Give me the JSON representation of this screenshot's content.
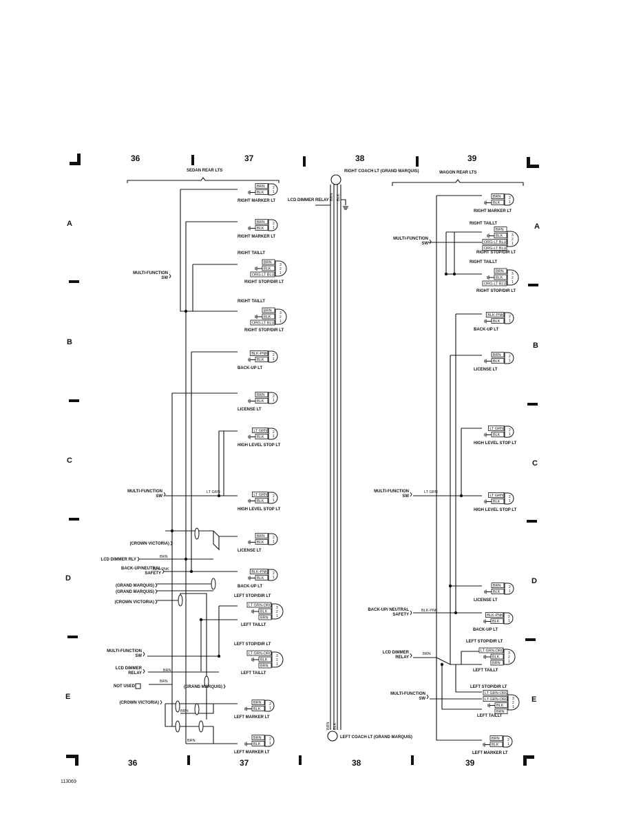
{
  "columns": [
    "36",
    "37",
    "38",
    "39"
  ],
  "zones": [
    "A",
    "B",
    "C",
    "D",
    "E"
  ],
  "page_number": "113069",
  "sections": {
    "sedan": "SEDAN REAR LTS",
    "wagon": "WAGON REAR LTS"
  },
  "sedan_lamps": [
    {
      "label": "RIGHT MARKER LT",
      "wires": [
        "BRN",
        "BLK"
      ],
      "pins": [
        "2",
        "1"
      ]
    },
    {
      "label": "RIGHT MARKER LT",
      "wires": [
        "BRN",
        "BLK"
      ],
      "pins": [
        "2",
        "1"
      ]
    },
    {
      "label": "RIGHT STOP/DIR LT",
      "top": "RIGHT TAILLT",
      "wires": [
        "BRN",
        "BLK",
        "ORG-LT BLU"
      ],
      "pins": [
        "3",
        "2",
        "1"
      ]
    },
    {
      "label": "RIGHT STOP/DIR LT",
      "top": "RIGHT TAILLT",
      "wires": [
        "BRN",
        "BLK",
        "ORG-LT BLU"
      ],
      "pins": [
        "3",
        "2",
        "1"
      ]
    },
    {
      "label": "BACK-UP LT",
      "wires": [
        "BLK-PNK",
        "BLK"
      ],
      "pins": [
        "2",
        "1"
      ]
    },
    {
      "label": "LICENSE LT",
      "wires": [
        "BRN",
        "BLK"
      ],
      "pins": [
        "2",
        "1"
      ]
    },
    {
      "label": "HIGH LEVEL STOP LT",
      "wires": [
        "LT GRN",
        "BLK"
      ],
      "pins": [
        "2",
        "1"
      ]
    },
    {
      "label": "HIGH LEVEL STOP LT",
      "wires": [
        "LT GRN",
        "BLK"
      ],
      "pins": [
        "2",
        "1"
      ]
    },
    {
      "label": "LICENSE LT",
      "wires": [
        "BRN",
        "BLK"
      ],
      "pins": [
        "2",
        "1"
      ]
    },
    {
      "label": "BACK-UP LT",
      "wires": [
        "BLK-PNK",
        "BLK"
      ],
      "pins": [
        "2",
        "1"
      ]
    },
    {
      "label": "LEFT TAILLT",
      "top": "LEFT STOP/DIR LT",
      "wires": [
        "LT GRN-ORG",
        "BLK",
        "BRN"
      ],
      "pins": [
        "3",
        "2",
        "1"
      ]
    },
    {
      "label": "LEFT TAILLT",
      "top": "LEFT STOP/DIR LT",
      "wires": [
        "LT GRN-ORG",
        "BLK",
        "BRN"
      ],
      "pins": [
        "3",
        "2",
        "1"
      ]
    },
    {
      "label": "LEFT MARKER LT",
      "wires": [
        "BRN",
        "BLK"
      ],
      "pins": [
        "2",
        "1"
      ]
    },
    {
      "label": "LEFT MARKER LT",
      "wires": [
        "BRN",
        "BLK"
      ],
      "pins": [
        "2",
        "1"
      ]
    }
  ],
  "wagon_lamps": [
    {
      "label": "RIGHT MARKER LT",
      "wires": [
        "BRN",
        "BLK"
      ],
      "pins": [
        "2",
        "1"
      ]
    },
    {
      "label": "RIGHT STOP/DIR LT",
      "top": "RIGHT TAILLT",
      "wires": [
        "BRN",
        "BLK",
        "ORG-LT BLU",
        "ORG-LT BLU"
      ],
      "pins": [
        "3",
        "2",
        "1"
      ]
    },
    {
      "label": "RIGHT STOP/DIR LT",
      "top": "RIGHT TAILLT",
      "wires": [
        "BRN",
        "BLK",
        "ORG-LT BLU"
      ],
      "pins": [
        "3",
        "2",
        "1"
      ]
    },
    {
      "label": "BACK-UP LT",
      "wires": [
        "BLK-PNK",
        "BLK"
      ],
      "pins": [
        "2",
        "1"
      ]
    },
    {
      "label": "LICENSE LT",
      "wires": [
        "BRN",
        "BLK"
      ],
      "pins": [
        "2",
        "1"
      ]
    },
    {
      "label": "HIGH LEVEL STOP LT",
      "wires": [
        "LT GRN",
        "BLK"
      ],
      "pins": [
        "2",
        "1"
      ]
    },
    {
      "label": "HIGH LEVEL STOP LT",
      "wires": [
        "LT GRN",
        "BLK"
      ],
      "pins": [
        "2",
        "1"
      ]
    },
    {
      "label": "LICENSE LT",
      "wires": [
        "BRN",
        "BLK"
      ],
      "pins": [
        "2",
        "1"
      ]
    },
    {
      "label": "BACK-UP LT",
      "wires": [
        "BLK-PNK",
        "BLK"
      ],
      "pins": [
        "2",
        "1"
      ]
    },
    {
      "label": "LEFT TAILLT",
      "top": "LEFT STOP/DIR LT",
      "wires": [
        "LT GRN-ORG",
        "BLK",
        "BRN"
      ],
      "pins": [
        "3",
        "2",
        "1"
      ]
    },
    {
      "label": "LEFT TAILLT",
      "top": "LEFT STOP/DIR LT",
      "wires": [
        "LT GRN-ORG",
        "LT GRN-ORG",
        "BLK",
        "BRN"
      ],
      "pins": [
        "3",
        "2",
        "1"
      ]
    },
    {
      "label": "LEFT MARKER LT",
      "wires": [
        "BRN",
        "BLK"
      ],
      "pins": [
        "2",
        "1"
      ]
    }
  ],
  "sedan_sources": [
    {
      "text": "MULTI-FUNCTION SW"
    },
    {
      "text": "MULTI-FUNCTION SW"
    },
    {
      "text": "(CROWN VICTORIA)"
    },
    {
      "text": "LCD DIMMER RLY"
    },
    {
      "text": "BACK-UP/NEUTRAL SAFETY SW"
    },
    {
      "text": "(GRAND MARQUIS)"
    },
    {
      "text": "(GRAND MARQUIS)"
    },
    {
      "text": "(CROWN VICTORIA)"
    },
    {
      "text": "MULTI-FUNCTION SW"
    },
    {
      "text": "LCD DIMMER RELAY"
    },
    {
      "text": "NOT USED"
    },
    {
      "text": "(CROWN VICTORIA)"
    },
    {
      "text": "(GRAND MARQUIS)"
    }
  ],
  "wagon_sources": [
    {
      "text": "MULTI-FUNCTION SW"
    },
    {
      "text": "MULTI-FUNCTION SW"
    },
    {
      "text": "BACK-UP/ NEUTRAL SAFETY SW"
    },
    {
      "text": "LCD DIMMER RELAY"
    },
    {
      "text": "MULTI-FUNCTION SW"
    }
  ],
  "sedan_wire_labels": [
    "LT GRN",
    "BRN",
    "BLK-PNK",
    "BRN",
    "BRN",
    "BRN",
    "BRN"
  ],
  "wagon_wire_labels": [
    "LT GRN",
    "BLK-PNK",
    "BRN"
  ],
  "coach": {
    "right": "RIGHT COACH LT (GRAND MARQUIS)",
    "left": "LEFT COACH LT (GRAND MARQUIS)",
    "relay": "LCD DIMMER RELAY",
    "wires": [
      "BRN",
      "BRN",
      "BLK",
      "BLK"
    ]
  }
}
